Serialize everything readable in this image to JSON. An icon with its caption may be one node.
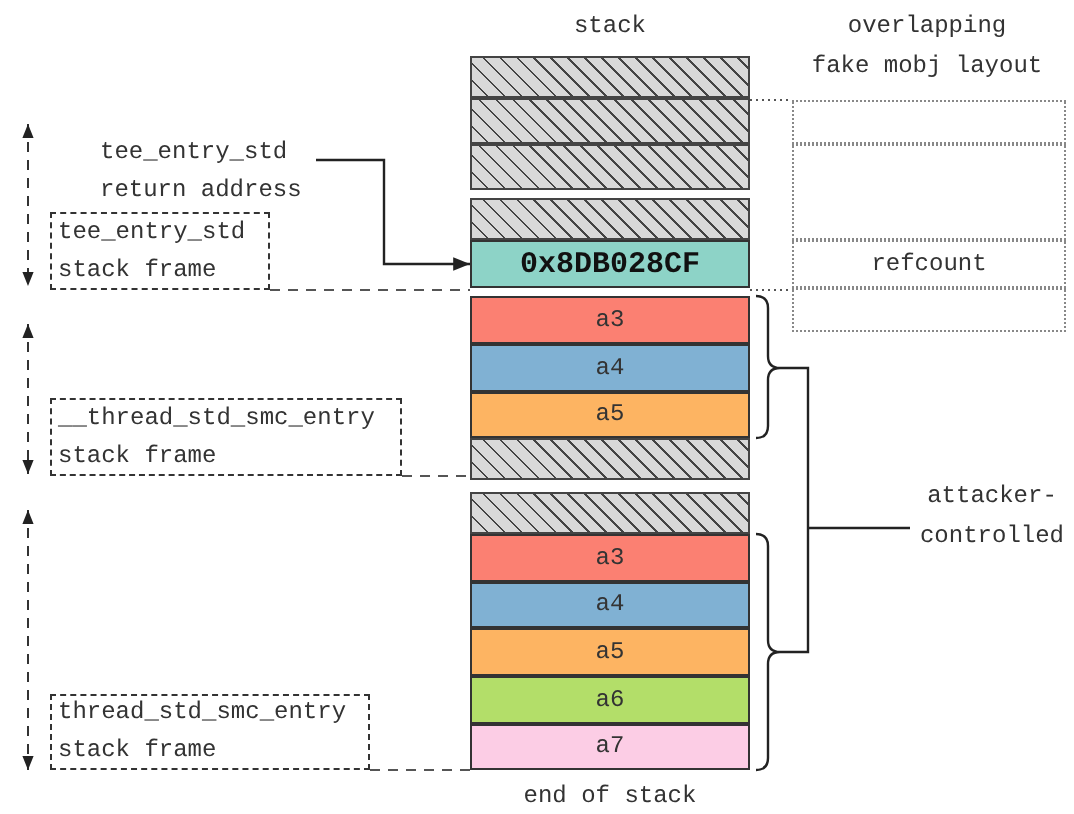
{
  "diagram": {
    "nodes": [
      {
        "text": [],
        "shape": "box"
      },
      {
        "text": [],
        "shape": "box"
      },
      {
        "text": [],
        "shape": "box"
      },
      {
        "text": [],
        "shape": "box"
      },
      {
        "text": [],
        "shape": "box"
      },
      {
        "text": [
          "tee_entry_std return address"
        ]
      },
      {
        "text": [],
        "shape": "box"
      },
      {
        "text": [
          "tee_entry_std stack frame"
        ]
      },
      {
        "text": [
          "0x8DB028CF"
        ]
      },
      {
        "text": [
          "refcount"
        ]
      },
      {
        "text": [],
        "shape": "box"
      },
      {
        "text": [
          "a3"
        ]
      },
      {
        "text": [
          "a4"
        ]
      },
      {
        "text": [
          "a5"
        ]
      },
      {
        "text": [
          "__thread_std_smc_entry stack frame"
        ]
      },
      {
        "text": [],
        "shape": "box"
      },
      {
        "text": [],
        "shape": "box"
      },
      {
        "text": [
          "a3"
        ]
      },
      {
        "text": [
          "a4"
        ]
      },
      {
        "text": [
          "a5"
        ]
      },
      {
        "text": [
          "a6"
        ]
      },
      {
        "text": [
          "thread_std_smc_entry stack frame"
        ]
      },
      {
        "text": [
          "a7"
        ]
      }
    ],
    "edges": [
      {
        "from": 5,
        "to": 8,
        "arrow": "to"
      }
    ],
    "labels": [
      "stack",
      "overlapping fake mobj layout",
      "attacker-controlled",
      "end of stack"
    ]
  }
}
